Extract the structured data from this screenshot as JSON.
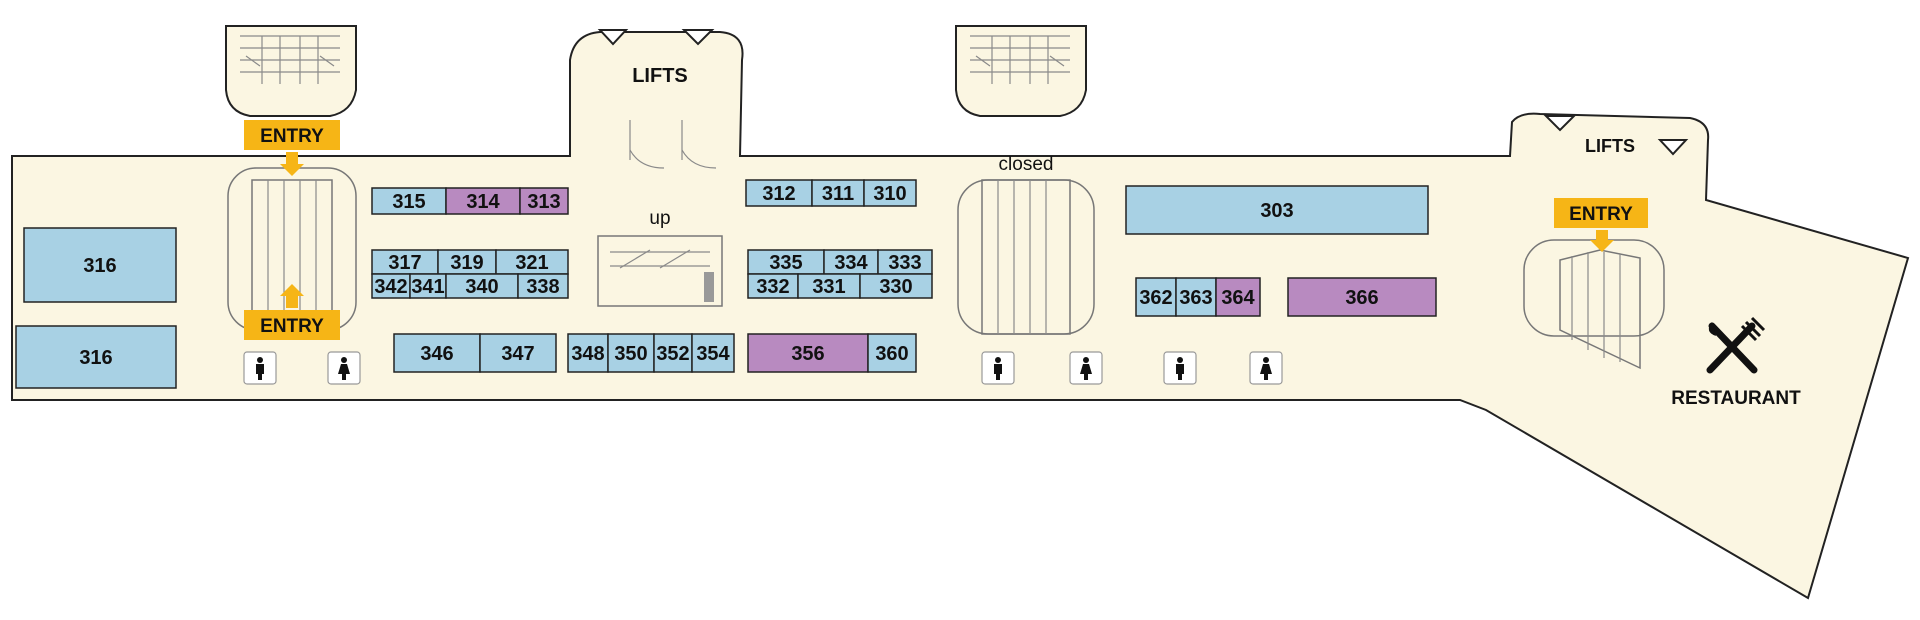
{
  "colors": {
    "floor": "#fbf6e2",
    "outline": "#222222",
    "unit_blue": "#a8d1e4",
    "unit_purple": "#b88ac0",
    "entry_badge": "#f6b516",
    "text": "#111111"
  },
  "labels": {
    "lifts_left": "LIFTS",
    "lifts_right": "LIFTS",
    "escalator_up": "up",
    "escalator_closed": "closed",
    "restaurant": "RESTAURANT"
  },
  "entries": [
    {
      "id": "entry-top-left",
      "label": "ENTRY"
    },
    {
      "id": "entry-mid-left",
      "label": "ENTRY"
    },
    {
      "id": "entry-right",
      "label": "ENTRY"
    }
  ],
  "units": [
    {
      "id": "u316a",
      "label": "316",
      "color": "blue"
    },
    {
      "id": "u316b",
      "label": "316",
      "color": "blue"
    },
    {
      "id": "u315",
      "label": "315",
      "color": "blue"
    },
    {
      "id": "u314",
      "label": "314",
      "color": "purple"
    },
    {
      "id": "u313",
      "label": "313",
      "color": "purple"
    },
    {
      "id": "u317",
      "label": "317",
      "color": "blue"
    },
    {
      "id": "u319",
      "label": "319",
      "color": "blue"
    },
    {
      "id": "u321",
      "label": "321",
      "color": "blue"
    },
    {
      "id": "u342",
      "label": "342",
      "color": "blue"
    },
    {
      "id": "u341",
      "label": "341",
      "color": "blue"
    },
    {
      "id": "u340",
      "label": "340",
      "color": "blue"
    },
    {
      "id": "u338",
      "label": "338",
      "color": "blue"
    },
    {
      "id": "u346",
      "label": "346",
      "color": "blue"
    },
    {
      "id": "u347",
      "label": "347",
      "color": "blue"
    },
    {
      "id": "u348",
      "label": "348",
      "color": "blue"
    },
    {
      "id": "u350",
      "label": "350",
      "color": "blue"
    },
    {
      "id": "u352",
      "label": "352",
      "color": "blue"
    },
    {
      "id": "u354",
      "label": "354",
      "color": "blue"
    },
    {
      "id": "u312",
      "label": "312",
      "color": "blue"
    },
    {
      "id": "u311",
      "label": "311",
      "color": "blue"
    },
    {
      "id": "u310",
      "label": "310",
      "color": "blue"
    },
    {
      "id": "u335",
      "label": "335",
      "color": "blue"
    },
    {
      "id": "u334",
      "label": "334",
      "color": "blue"
    },
    {
      "id": "u333",
      "label": "333",
      "color": "blue"
    },
    {
      "id": "u332",
      "label": "332",
      "color": "blue"
    },
    {
      "id": "u331",
      "label": "331",
      "color": "blue"
    },
    {
      "id": "u330",
      "label": "330",
      "color": "blue"
    },
    {
      "id": "u356",
      "label": "356",
      "color": "purple"
    },
    {
      "id": "u360",
      "label": "360",
      "color": "blue"
    },
    {
      "id": "u303",
      "label": "303",
      "color": "blue"
    },
    {
      "id": "u362",
      "label": "362",
      "color": "blue"
    },
    {
      "id": "u363",
      "label": "363",
      "color": "blue"
    },
    {
      "id": "u364",
      "label": "364",
      "color": "purple"
    },
    {
      "id": "u366",
      "label": "366",
      "color": "purple"
    }
  ],
  "icons": {
    "toilet_male": "male-toilet-icon",
    "toilet_female": "female-toilet-icon",
    "restaurant": "fork-knife-icon",
    "entry_arrow": "arrow-down-icon",
    "entry_arrow_up": "arrow-up-icon"
  }
}
